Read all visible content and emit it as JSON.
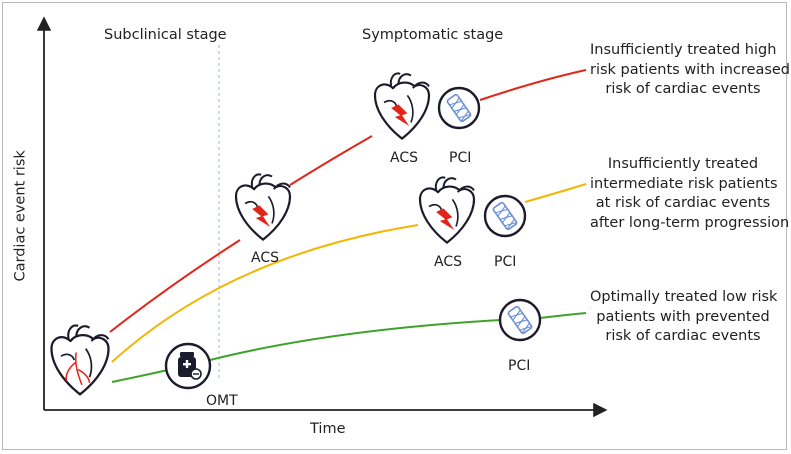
{
  "stages": {
    "subclinical": "Subclinical stage",
    "symptomatic": "Symptomatic stage"
  },
  "axes": {
    "x_label": "Time",
    "y_label": "Cardiac event risk"
  },
  "events": {
    "acs_early": "ACS",
    "acs_high": "ACS",
    "pci_high": "PCI",
    "acs_mid": "ACS",
    "pci_mid": "PCI",
    "pci_low": "PCI",
    "omt": "OMT"
  },
  "notes": {
    "high": [
      "Insufficiently treated high",
      "risk patients with increased",
      "risk of cardiac events"
    ],
    "intermediate": [
      "Insufficiently treated",
      "intermediate risk patients",
      "at risk of cardiac events",
      "after long-term progression"
    ],
    "low": [
      "Optimally treated low risk",
      "patients with prevented",
      "risk of cardiac events"
    ]
  },
  "colors": {
    "high_risk": "#e3241b",
    "intermediate_risk": "#f5b400",
    "low_risk": "#3fa32b",
    "icon_outline": "#1b1b2b",
    "stent": "#6b8fd6",
    "divider": "#9fb7d0"
  },
  "icons": [
    "heart-icon",
    "heart-bolt-icon",
    "stent-icon",
    "medication-bottle-icon"
  ]
}
